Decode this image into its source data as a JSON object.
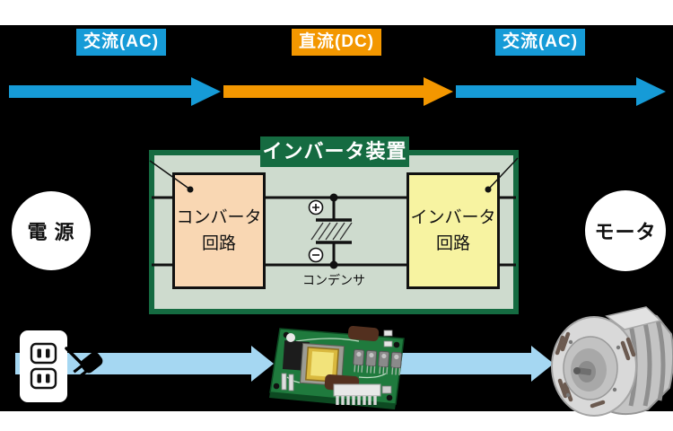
{
  "colors": {
    "blue": "#169bd7",
    "orange": "#f39700",
    "light-blue": "#a5d7f2",
    "dark-green": "#156b41",
    "panel-green": "#cedbce",
    "converter-fill": "#f9d7b3",
    "inverter-fill": "#f7f3a1",
    "panel-black": "#000000"
  },
  "flow": {
    "ac_left": "交流(AC)",
    "dc": "直流(DC)",
    "ac_right": "交流(AC)"
  },
  "device": {
    "title": "インバータ装置",
    "converter_line1": "コンバータ",
    "converter_line2": "回路",
    "inverter_line1": "インバータ",
    "inverter_line2": "回路",
    "capacitor_label": "コンデンサ",
    "capacitor_plus": "+",
    "capacitor_minus": "−"
  },
  "nodes": {
    "power_source": "電 源",
    "motor": "モータ"
  },
  "icons": {
    "outlet": "power-outlet",
    "plug": "power-plug",
    "board": "inverter-circuit-board",
    "motor": "electric-motor"
  }
}
